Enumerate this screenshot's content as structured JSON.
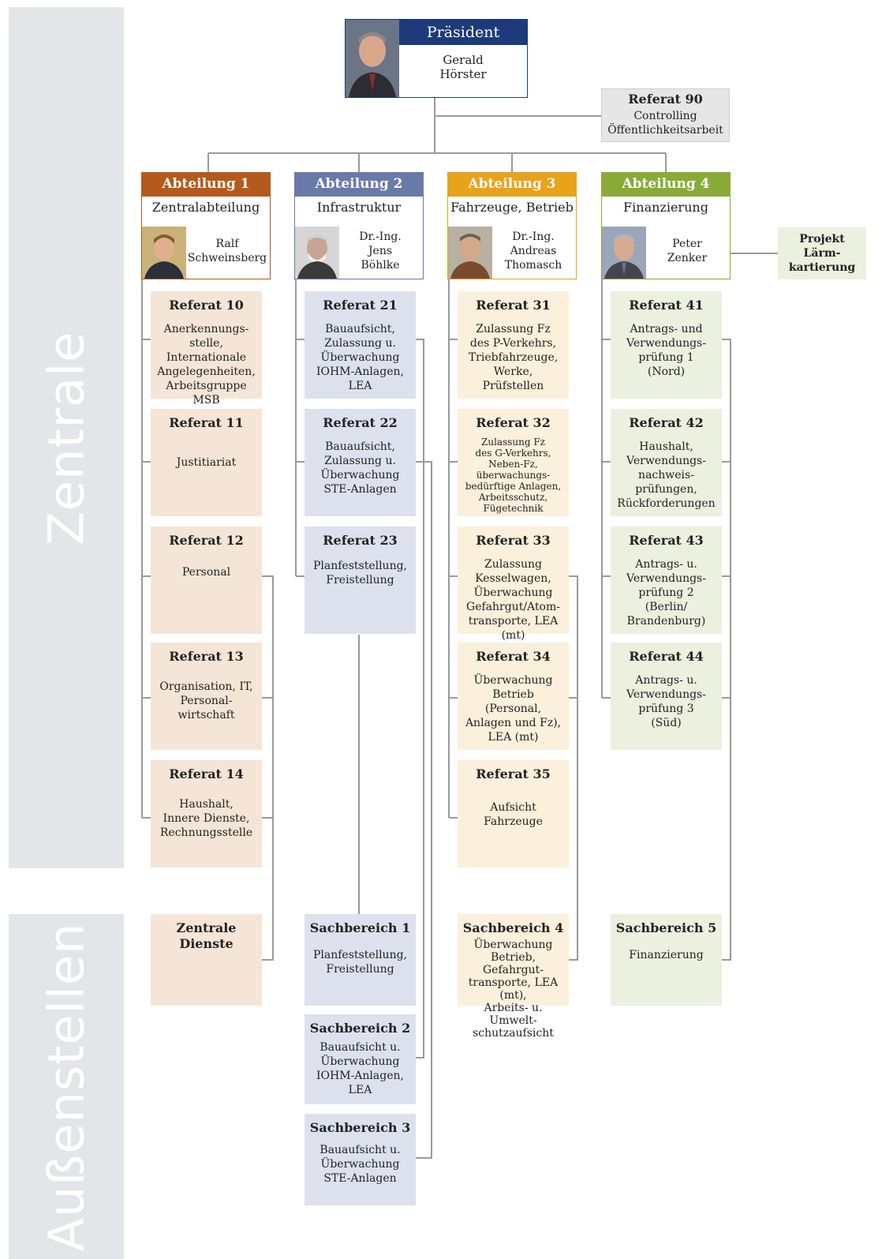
{
  "bands": {
    "zentrale": "Zentrale",
    "aussenstellen": "Außenstellen"
  },
  "president": {
    "title": "Präsident",
    "name": "Gerald\nHörster",
    "color": "#1d3a7a"
  },
  "referat90": {
    "title": "Referat 90",
    "subtitle": "Controlling\nÖffentlichkeitsarbeit"
  },
  "project": {
    "label": "Projekt\nLärm-\nkartierung"
  },
  "departments": [
    {
      "title": "Abteilung 1",
      "subtitle": "Zentralabteilung",
      "head": "Ralf\nSchweinsberg",
      "color": "#b35a1c"
    },
    {
      "title": "Abteilung 2",
      "subtitle": "Infrastruktur",
      "head": "Dr.-Ing.\nJens\nBöhlke",
      "color": "#6a7aa8"
    },
    {
      "title": "Abteilung 3",
      "subtitle": "Fahrzeuge, Betrieb",
      "head": "Dr.-Ing.\nAndreas\nThomasch",
      "color": "#e8a21c"
    },
    {
      "title": "Abteilung 4",
      "subtitle": "Finanzierung",
      "head": "Peter\nZenker",
      "color": "#8aaa38"
    }
  ],
  "col1": [
    {
      "title": "Referat 10",
      "desc": "Anerkennungs-\nstelle,\nInternationale\nAngelegenheiten,\nArbeitsgruppe MSB"
    },
    {
      "title": "Referat 11",
      "desc": "Justitiariat"
    },
    {
      "title": "Referat 12",
      "desc": "Personal"
    },
    {
      "title": "Referat 13",
      "desc": "Organisation, IT,\nPersonal-\nwirtschaft"
    },
    {
      "title": "Referat 14",
      "desc": "Haushalt,\nInnere Dienste,\nRechnungsstelle"
    },
    {
      "title": "Zentrale\nDienste",
      "desc": ""
    }
  ],
  "col2": [
    {
      "title": "Referat 21",
      "desc": "Bauaufsicht,\nZulassung u.\nÜberwachung\nIOHM-Anlagen,\nLEA"
    },
    {
      "title": "Referat 22",
      "desc": "Bauaufsicht,\nZulassung u.\nÜberwachung\nSTE-Anlagen"
    },
    {
      "title": "Referat 23",
      "desc": "Planfeststellung,\nFreistellung"
    },
    {
      "title": "Sachbereich 1",
      "desc": "Planfeststellung,\nFreistellung"
    },
    {
      "title": "Sachbereich 2",
      "desc": "Bauaufsicht u.\nÜberwachung\nIOHM-Anlagen,\nLEA"
    },
    {
      "title": "Sachbereich 3",
      "desc": "Bauaufsicht u.\nÜberwachung\nSTE-Anlagen"
    }
  ],
  "col3": [
    {
      "title": "Referat 31",
      "desc": "Zulassung Fz\ndes P-Verkehrs,\nTriebfahrzeuge,\nWerke,\nPrüfstellen"
    },
    {
      "title": "Referat 32",
      "desc": "Zulassung Fz\ndes G-Verkehrs,\nNeben-Fz,\nüberwachungs-\nbedürftige Anlagen,\nArbeitsschutz,\nFügetechnik"
    },
    {
      "title": "Referat 33",
      "desc": "Zulassung\nKesselwagen,\nÜberwachung\nGefahrgut/Atom-\ntransporte, LEA (mt)"
    },
    {
      "title": "Referat 34",
      "desc": "Überwachung\nBetrieb\n(Personal,\nAnlagen und Fz),\nLEA (mt)"
    },
    {
      "title": "Referat 35",
      "desc": "Aufsicht\nFahrzeuge"
    },
    {
      "title": "Sachbereich 4",
      "desc": "Überwachung\nBetrieb, Gefahrgut-\ntransporte, LEA (mt),\nArbeits- u. Umwelt-\nschutzaufsicht"
    }
  ],
  "col4": [
    {
      "title": "Referat 41",
      "desc": "Antrags- und\nVerwendungs-\nprüfung 1\n(Nord)"
    },
    {
      "title": "Referat 42",
      "desc": "Haushalt,\nVerwendungs-\nnachweis-\nprüfungen,\nRückforderungen"
    },
    {
      "title": "Referat 43",
      "desc": "Antrags- u.\nVerwendungs-\nprüfung 2\n(Berlin/\nBrandenburg)"
    },
    {
      "title": "Referat 44",
      "desc": "Antrags- u.\nVerwendungs-\nprüfung 3\n(Süd)"
    },
    {
      "title": "Sachbereich 5",
      "desc": "Finanzierung"
    }
  ]
}
